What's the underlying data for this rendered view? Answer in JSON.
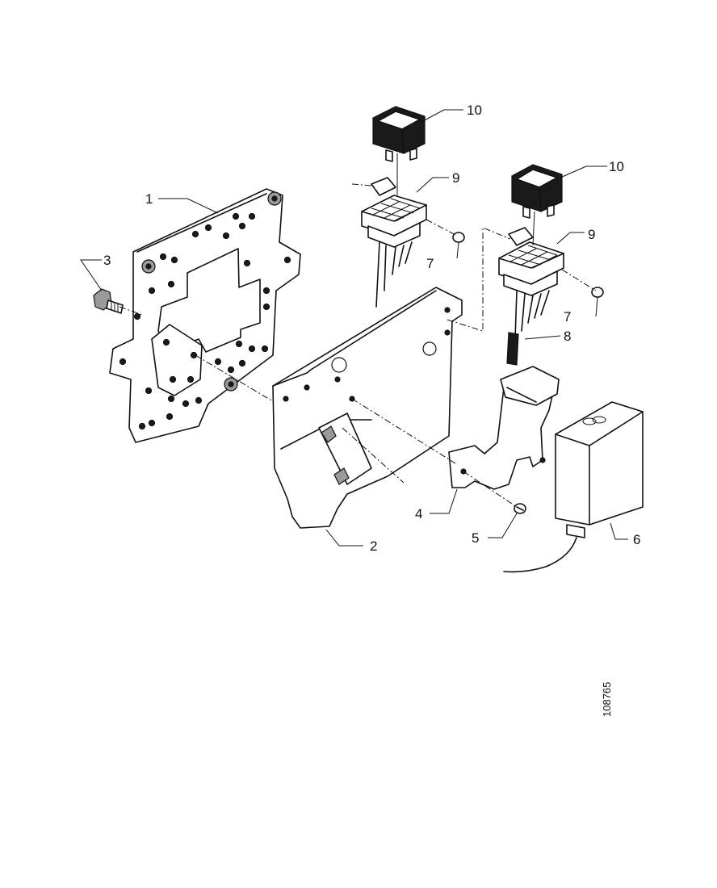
{
  "callouts": {
    "c1": "1",
    "c2": "2",
    "c3": "3",
    "c4": "4",
    "c5": "5",
    "c6": "6",
    "c7a": "7",
    "c7b": "7",
    "c8": "8",
    "c9a": "9",
    "c9b": "9",
    "c10a": "10",
    "c10b": "10"
  },
  "figure_ref": "108765"
}
